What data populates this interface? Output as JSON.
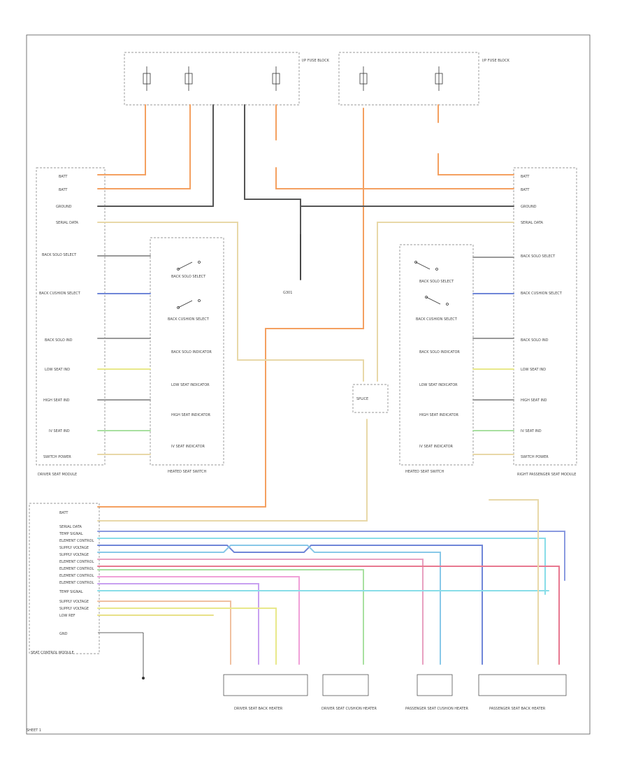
{
  "diagram": {
    "left_labels": [
      "BATT",
      "BATT",
      "GROUND",
      "SERIAL DATA",
      "BACK SOLO SELECT",
      "BACK CUSHION SELECT",
      "BACK SOLO IND",
      "LOW SEAT IND",
      "HIGH SEAT IND",
      "IV SEAT IND",
      "SWITCH POWER"
    ],
    "right_labels": [
      "BATT",
      "BATT",
      "GROUND",
      "SERIAL DATA",
      "BACK SOLO SELECT",
      "BACK CUSHION SELECT",
      "BACK SOLO IND",
      "LOW SEAT IND",
      "HIGH SEAT IND",
      "IV SEAT IND",
      "SWITCH POWER"
    ],
    "switch_labels": [
      "BACK SOLO SELECT",
      "BACK CUSHION SELECT",
      "BACK SOLO INDICATOR",
      "LOW SEAT INDICATOR",
      "HIGH SEAT INDICATOR",
      "IV SEAT INDICATOR"
    ],
    "module_labels": [
      "BATT",
      "SERIAL DATA",
      "TEMP SIGNAL",
      "ELEMENT CONTROL",
      "SUPPLY VOLTAGE",
      "SUPPLY VOLTAGE",
      "ELEMENT CONTROL",
      "ELEMENT CONTROL",
      "ELEMENT CONTROL",
      "ELEMENT CONTROL",
      "TEMP SIGNAL",
      "SUPPLY VOLTAGE",
      "SUPPLY VOLTAGE",
      "LOW REF",
      "GND"
    ],
    "driver_module": "DRIVER SEAT MODULE",
    "passenger_module": "RIGHT PASSENGER SEAT MODULE",
    "driver_switch": "HEATED SEAT SWITCH",
    "passenger_switch": "HEATED SEAT SWITCH",
    "control_module": "SEAT CONTROL MODULE",
    "seat_heaters": [
      "DRIVER SEAT BACK HEATER",
      "DRIVER SEAT CUSHION HEATER",
      "PASSENGER SEAT CUSHION HEATER",
      "PASSENGER SEAT BACK HEATER"
    ],
    "fuse_block_left": "I/P FUSE BLOCK",
    "fuse_block_right": "I/P FUSE BLOCK",
    "ground_label": "G301",
    "splice_label": "SPLICE",
    "footer": "SHEET 1"
  }
}
